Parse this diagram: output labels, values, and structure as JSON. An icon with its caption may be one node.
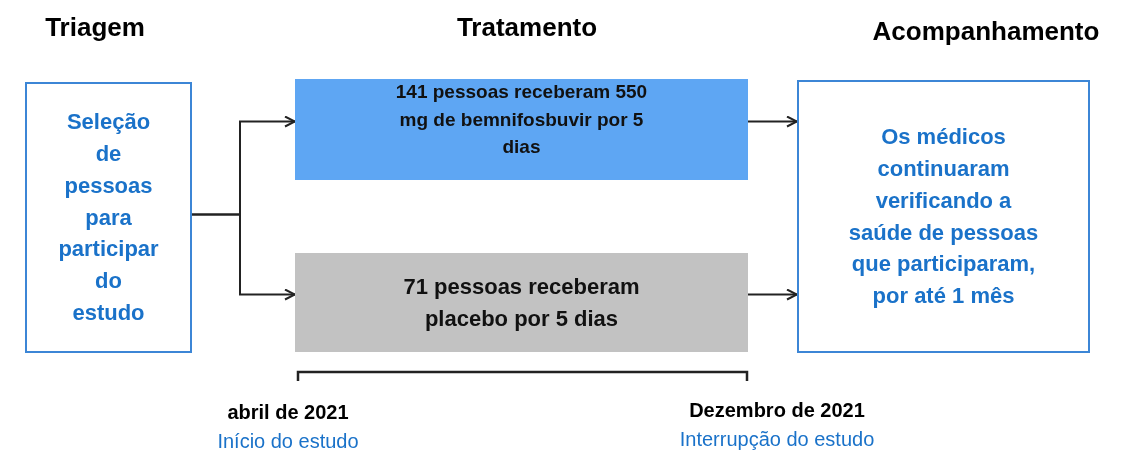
{
  "diagram": {
    "nodes": [
      {
        "text": [
          "Seleção de pessoas para participar do estudo"
        ]
      },
      {
        "text": [
          "141 pessoas receberam 550 mg de bemnifosbuvir por 5 dias"
        ]
      },
      {
        "text": [
          "71 pessoas receberam placebo por 5 dias"
        ]
      },
      {
        "text": [
          "Os médicos continuaram verificando a saúde de pessoas que participaram, por até 1 mês"
        ]
      }
    ],
    "edges": [
      {
        "from": 0,
        "to": 1,
        "arrow": "to"
      },
      {
        "from": 0,
        "to": 2,
        "arrow": "to"
      },
      {
        "from": 1,
        "to": 3,
        "arrow": "to"
      },
      {
        "from": 2,
        "to": 3,
        "arrow": "to"
      }
    ],
    "labels": [
      "Triagem",
      "Tratamento",
      "Acompanhamento",
      "abril de 2021",
      "Início do estudo",
      "Dezembro de 2021",
      "Interrupção do estudo"
    ]
  }
}
